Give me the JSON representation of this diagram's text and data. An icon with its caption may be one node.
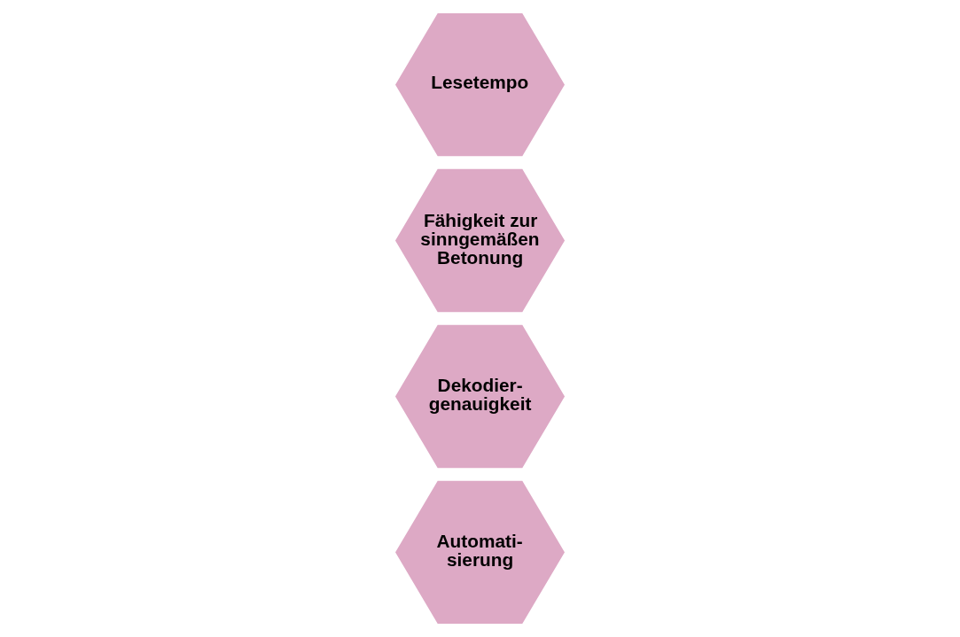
{
  "diagram": {
    "nodes": [
      {
        "text": [
          "Automati- sierung"
        ]
      },
      {
        "text": [
          "Dekodier- genauigkeit"
        ]
      },
      {
        "text": [
          "Fähigkeit zur sinngemäßen Betonung"
        ]
      },
      {
        "text": [
          "Lesetempo"
        ]
      }
    ]
  }
}
